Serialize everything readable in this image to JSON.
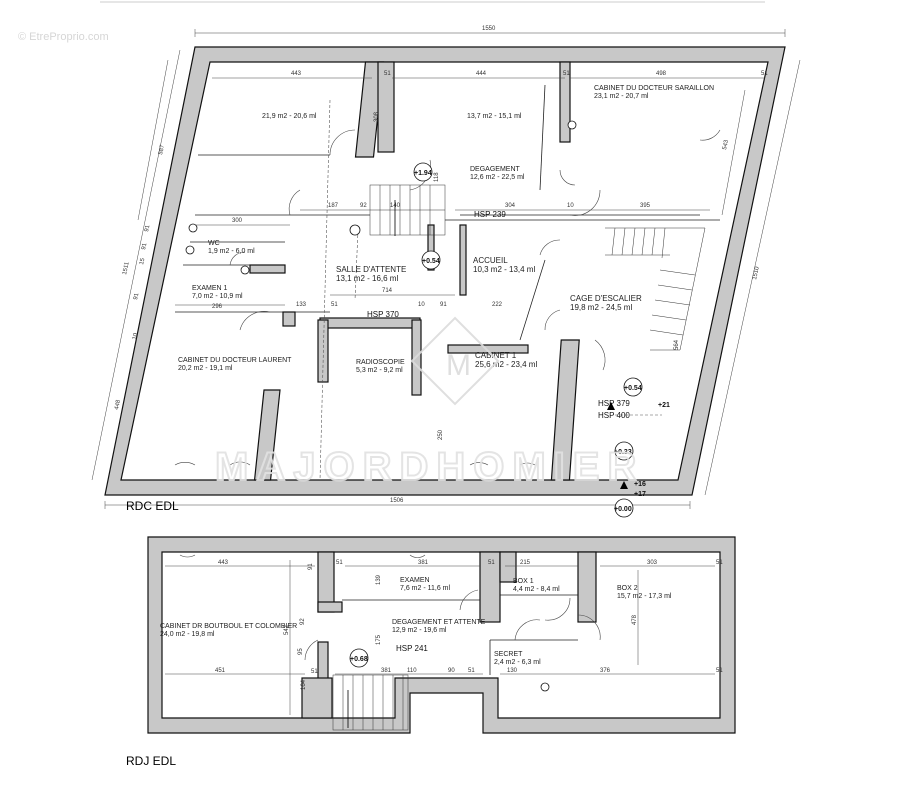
{
  "watermark": "© EtreProprio.com",
  "brand_watermark": "MAJORDHOMIER",
  "rdc": {
    "title": "RDC EDL",
    "rooms": [
      {
        "name": "",
        "area": "21,9 m2 - 20,6 ml"
      },
      {
        "name": "",
        "area": "13,7 m2 - 15,1 ml"
      },
      {
        "name": "CABINET DU DOCTEUR SARAILLON",
        "area": "23,1 m2 - 20,7 ml"
      },
      {
        "name": "DEGAGEMENT",
        "area": "12,6 m2 - 22,5 ml"
      },
      {
        "name": "WC",
        "area": "1,9 m2 - 6,0 ml"
      },
      {
        "name": "SALLE D'ATTENTE",
        "area": "13,1 m2 - 16,6 ml"
      },
      {
        "name": "ACCUEIL",
        "area": "10,3 m2 - 13,4 ml"
      },
      {
        "name": "EXAMEN 1",
        "area": "7,0 m2 - 10,9 ml"
      },
      {
        "name": "CAGE D'ESCALIER",
        "area": "19,8 m2 - 24,5 ml"
      },
      {
        "name": "CABINET DU DOCTEUR LAURENT",
        "area": "20,2 m2 - 19,1 ml"
      },
      {
        "name": "RADIOSCOPIE",
        "area": "5,3 m2 - 9,2 ml"
      },
      {
        "name": "CABINET 1",
        "area": "25,6 m2 - 23,4 ml"
      }
    ],
    "hsp": [
      "HSP 239",
      "HSP 370",
      "HSP 379",
      "HSP 400"
    ],
    "levels": [
      "+1.94",
      "+0.54",
      "+0.54",
      "+21",
      "+0.33",
      "+16",
      "+17",
      "+0.00"
    ],
    "dims": [
      "1550",
      "443",
      "51",
      "444",
      "51",
      "498",
      "51",
      "300",
      "187",
      "92",
      "140",
      "118",
      "304",
      "10",
      "395",
      "133",
      "51",
      "714",
      "10",
      "91",
      "222",
      "296",
      "308",
      "543",
      "587",
      "1506",
      "1510",
      "1511",
      "448",
      "91",
      "15",
      "91",
      "10",
      "91",
      "250",
      "564"
    ]
  },
  "rdj": {
    "title": "RDJ EDL",
    "rooms": [
      {
        "name": "CABINET DR BOUTBOUL ET COLOMBIER",
        "area": "24,0 m2 - 19,8 ml"
      },
      {
        "name": "EXAMEN",
        "area": "7,6 m2 - 11,6 ml"
      },
      {
        "name": "DEGAGEMENT ET ATTENTE",
        "area": "12,9 m2 - 19,6 ml"
      },
      {
        "name": "BOX 1",
        "area": "4,4 m2 - 8,4 ml"
      },
      {
        "name": "BOX 2",
        "area": "15,7 m2 - 17,3 ml"
      },
      {
        "name": "SECRET",
        "area": "2,4 m2 - 6,3 ml"
      }
    ],
    "hsp": [
      "HSP 241"
    ],
    "levels": [
      "+0.68"
    ],
    "dims": [
      "443",
      "51",
      "381",
      "51",
      "215",
      "303",
      "51",
      "139",
      "478",
      "542",
      "451",
      "381",
      "110",
      "90",
      "130",
      "376",
      "175",
      "164",
      "51",
      "51",
      "91",
      "95",
      "92",
      "51"
    ]
  }
}
